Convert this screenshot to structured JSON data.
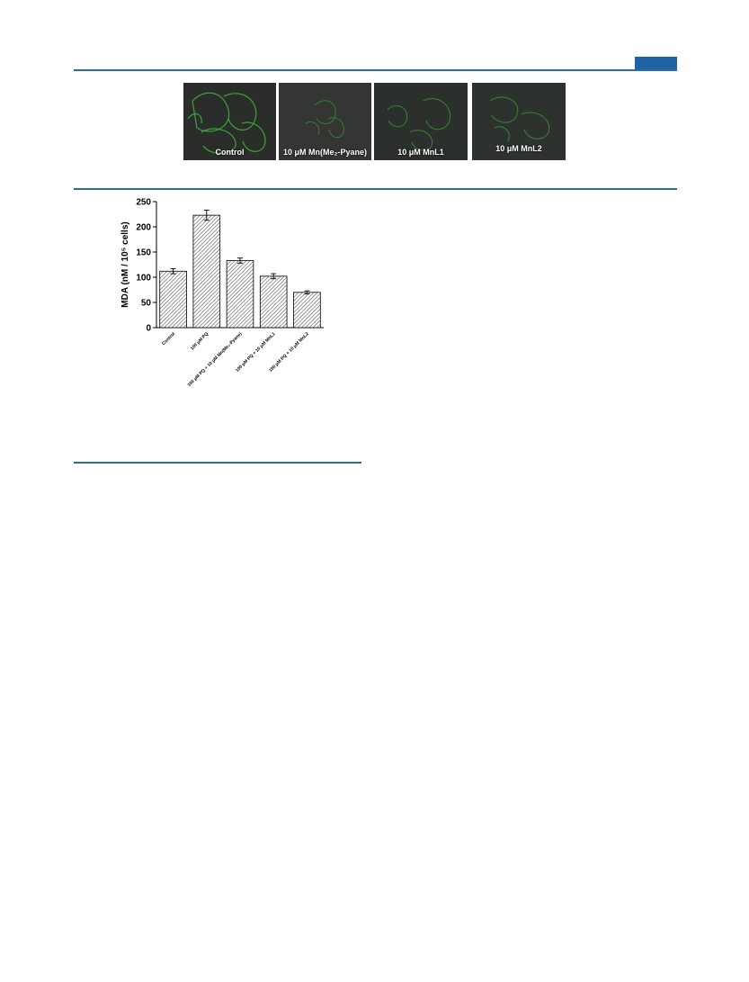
{
  "header": {
    "accent_color": "#1f63a5",
    "rule_color": "#2b6ca3"
  },
  "figure_panels": [
    {
      "label": "Control"
    },
    {
      "label": "10 μM Mn(Me₂-Pyane)"
    },
    {
      "label": "10 μM MnL1"
    },
    {
      "label": "10 μM MnL2"
    }
  ],
  "chart_data": {
    "type": "bar",
    "title": "",
    "xlabel": "",
    "ylabel": "MDA (nM / 10⁵ cells)",
    "ylim": [
      0,
      250
    ],
    "yticks": [
      0,
      50,
      100,
      150,
      200,
      250
    ],
    "categories": [
      "Control",
      "100 μM PQ",
      "100 μM PQ + 10 μM Mn(Me₂-Pyane)",
      "100 μM PQ + 10 μM MnL1",
      "100 μM PQ + 10 μM MnL2"
    ],
    "values": [
      112,
      223,
      133,
      102,
      70
    ],
    "errors": [
      5,
      10,
      5,
      5,
      3
    ],
    "bar_fill": "hatched grey",
    "grid": false
  }
}
